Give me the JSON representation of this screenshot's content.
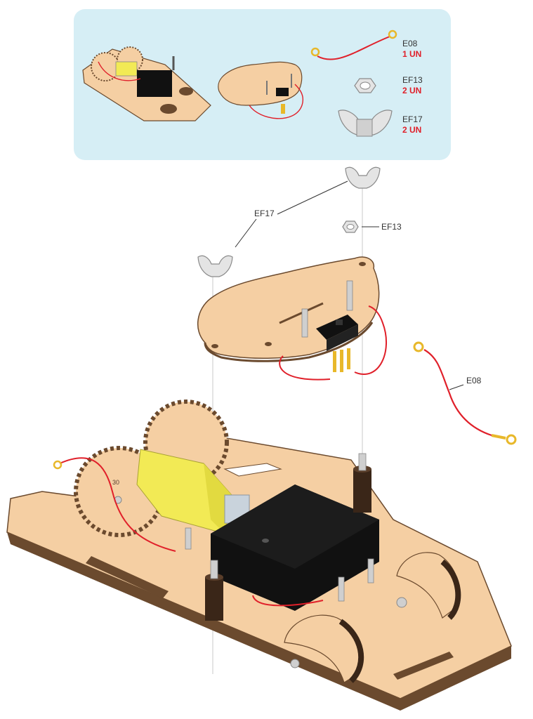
{
  "colors": {
    "panel_bg": "#d6eef5",
    "wood": "#f5cfa3",
    "wood_edge": "#6b4a2e",
    "wire_red": "#e0202a",
    "terminal_gold": "#e8b82a",
    "motor_yellow": "#f2ea55",
    "battery_black": "#111111",
    "quantity_red": "#e0202a"
  },
  "parts_panel": {
    "items": [
      {
        "code": "E08",
        "qty": "1 UN",
        "icon": "red-wire-with-terminals"
      },
      {
        "code": "EF13",
        "qty": "2 UN",
        "icon": "hex-nut"
      },
      {
        "code": "EF17",
        "qty": "2 UN",
        "icon": "wing-nut"
      }
    ]
  },
  "callouts": {
    "wing_nut": "EF17",
    "hex_nut": "EF13",
    "wire": "E08"
  },
  "gear_number": "30"
}
